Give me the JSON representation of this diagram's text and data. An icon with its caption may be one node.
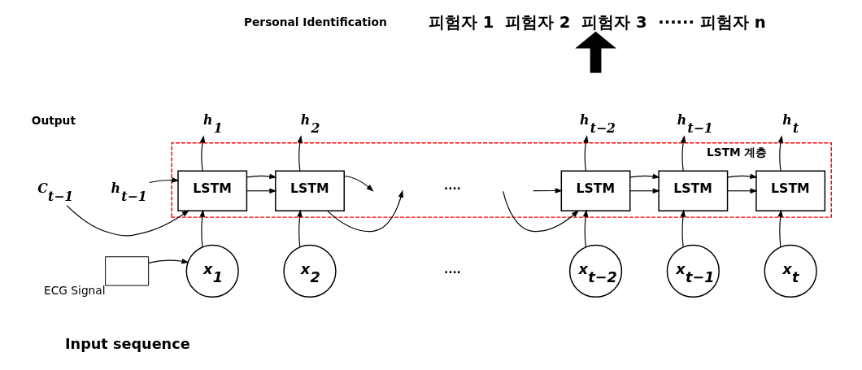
{
  "diagram": {
    "nodes": [
      {
        "text": [
          "LSTM 계층"
        ]
      },
      {
        "text": [
          "LSTM"
        ],
        "in": 0
      },
      {
        "text": [
          "LSTM"
        ],
        "in": 0
      },
      {
        "text": [
          "LSTM"
        ],
        "in": 0
      },
      {
        "text": [
          "LSTM"
        ],
        "in": 0
      },
      {
        "text": [
          "LSTM"
        ],
        "in": 0
      },
      {
        "text": [
          "x$_{1}$"
        ]
      },
      {
        "text": [
          "x$_{2}$"
        ]
      },
      {
        "text": [
          "x$_{t−2}$"
        ]
      },
      {
        "text": [
          "x$_{t−1}$"
        ]
      },
      {
        "text": [
          "x$_{t}$"
        ]
      },
      {
        "text": [
          "h$_{1}$"
        ]
      },
      {
        "text": [
          "h$_{2}$"
        ]
      },
      {
        "text": [
          "h$_{t−2}$"
        ]
      },
      {
        "text": [
          "h$_{t−1}$"
        ]
      },
      {
        "text": [
          "h$_{t}$"
        ]
      },
      {
        "text": [
          "C$_{t−1}$"
        ]
      },
      {
        "text": [
          "h$_{t−1}$"
        ]
      },
      {
        "text": [],
        "shape": "box",
        "beside": [
          "ECG Signal"
        ]
      },
      {
        "text": [
          "피험자 1  피험자 2  피험자 3  ······ 피험자 n"
        ]
      }
    ],
    "edges": [
      {
        "from": 6,
        "to": 1,
        "arrow": "to"
      },
      {
        "from": 7,
        "to": 2,
        "arrow": "to"
      },
      {
        "from": 8,
        "to": 3,
        "arrow": "to"
      },
      {
        "from": 9,
        "to": 4,
        "arrow": "to"
      },
      {
        "from": 10,
        "to": 5,
        "arrow": "to"
      },
      {
        "from": 1,
        "to": 11,
        "arrow": "to"
      },
      {
        "from": 2,
        "to": 12,
        "arrow": "to"
      },
      {
        "from": 3,
        "to": 13,
        "arrow": "to"
      },
      {
        "from": 4,
        "to": 14,
        "arrow": "to"
      },
      {
        "from": 5,
        "to": 15,
        "arrow": "to"
      },
      {
        "from": 16,
        "to": 1,
        "arrow": "to"
      },
      {
        "from": 17,
        "to": 1,
        "arrow": "to"
      },
      {
        "from": 1,
        "to": 2,
        "arrow": "to"
      },
      {
        "from": 1,
        "to": 2,
        "arrow": "to"
      },
      {
        "from": 2,
        "to": null,
        "arrow": "to"
      },
      {
        "from": 2,
        "to": null,
        "arrow": "to"
      },
      {
        "from": null,
        "to": 3,
        "arrow": "to"
      },
      {
        "from": null,
        "to": 3,
        "arrow": "to"
      },
      {
        "from": 3,
        "to": 4,
        "arrow": "to"
      },
      {
        "from": 3,
        "to": 4,
        "arrow": "to"
      },
      {
        "from": 4,
        "to": 5,
        "arrow": "to"
      },
      {
        "from": 4,
        "to": 5,
        "arrow": "to"
      },
      {
        "from": 18,
        "to": 6,
        "arrow": "to"
      },
      {
        "from": null,
        "to": 19,
        "arrow": "to",
        "style": "thick"
      }
    ],
    "labels": [
      "Personal Identification",
      "Output",
      "····",
      "Input sequence",
      "...."
    ]
  }
}
